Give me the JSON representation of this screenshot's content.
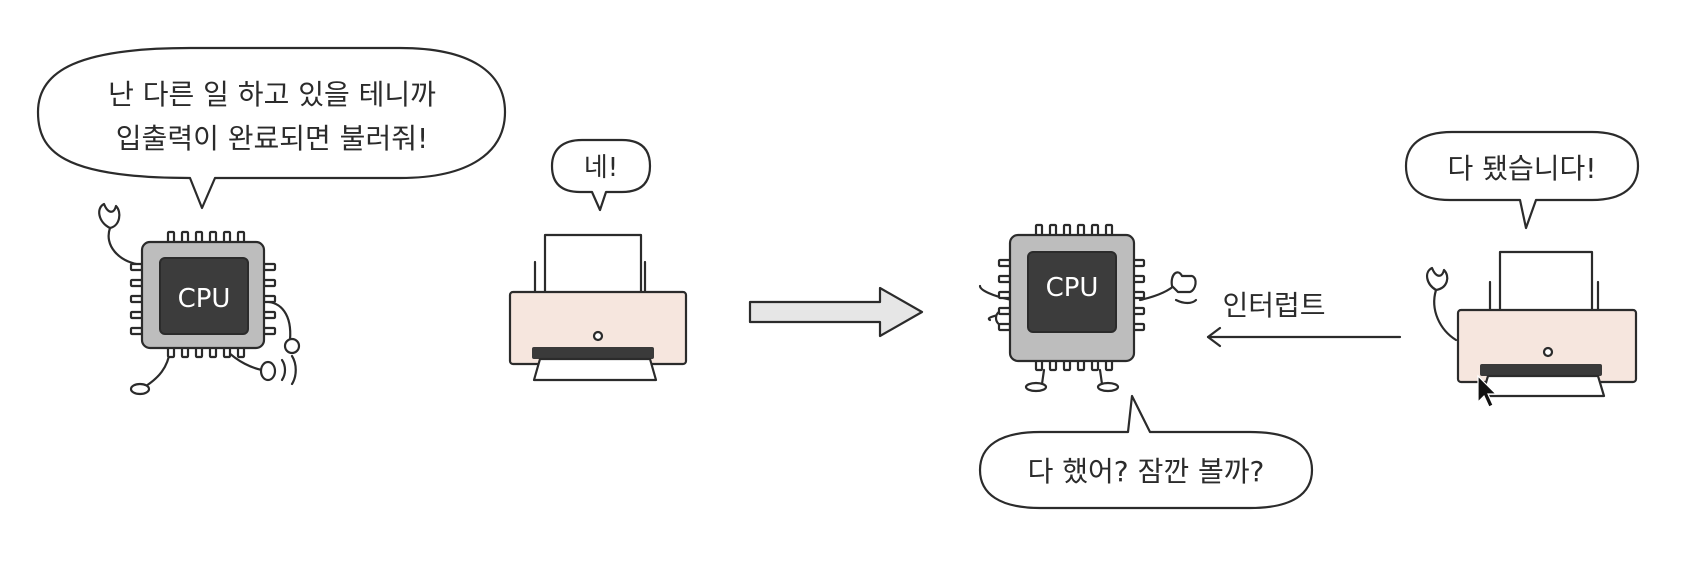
{
  "scene_before": {
    "cpu": {
      "chip_label": "CPU",
      "speech": [
        "난 다른 일 하고 있을 테니까",
        "입출력이 완료되면 불러줘!"
      ]
    },
    "printer": {
      "speech": "네!"
    }
  },
  "scene_after": {
    "cpu": {
      "chip_label": "CPU",
      "speech": "다 했어? 잠깐 볼까?"
    },
    "interrupt_label": "인터럽트",
    "printer": {
      "speech": "다 됐습니다!"
    }
  },
  "colors": {
    "chip_outer": "#bdbdbd",
    "chip_inner": "#3c3c3c",
    "printer_body": "#f6e6de",
    "arrow_fill": "#e6e6e6",
    "ink": "#2b2b2b"
  },
  "icons": [
    "cpu-chip-icon",
    "printer-icon",
    "right-arrow-icon",
    "left-arrow-icon",
    "mouse-cursor-icon"
  ]
}
